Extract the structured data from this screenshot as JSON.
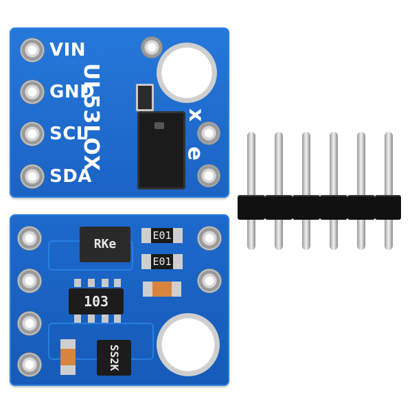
{
  "top_board": {
    "pins": [
      "VIN",
      "GND",
      "SCL",
      "SDA"
    ],
    "model_text": "UL53LOX",
    "axis_marks": [
      "x",
      "e"
    ]
  },
  "bottom_board": {
    "ic_label": "103",
    "resistors": [
      "E01",
      "E01"
    ],
    "transistor_label": "SS2K",
    "regulator_label": "RKe"
  },
  "colors": {
    "pcb_blue": "#1f6fd0",
    "header_black": "#111111",
    "pad_silver": "#cfcfcf"
  }
}
